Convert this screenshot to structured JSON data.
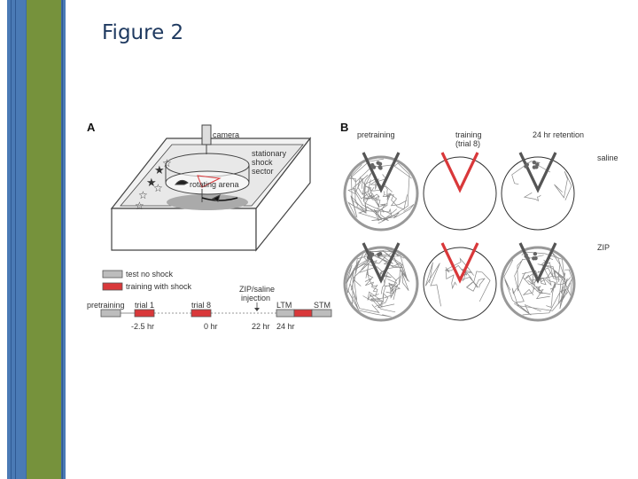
{
  "slide": {
    "title": "Figure 2"
  },
  "theme": {
    "sidebar_blue": "#4a7ab5",
    "sidebar_green": "#76923c",
    "title_color": "#1f3a60",
    "shock_red": "#d9383a",
    "trace_gray": "#888888"
  },
  "panel_a": {
    "letter": "A",
    "apparatus": {
      "camera": "camera",
      "sector_line1": "stationary",
      "sector_line2": "shock",
      "sector_line3": "sector",
      "arena": "rotating arena"
    },
    "legend": {
      "test": "test no shock",
      "train": "training with shock"
    },
    "timeline": {
      "pretraining": "pretraining",
      "trial1": "trial 1",
      "trial8": "trial 8",
      "zip_line1": "ZIP/saline",
      "zip_line2": "injection",
      "ltm": "LTM",
      "stm": "STM",
      "t1": "-2.5 hr",
      "t2": "0 hr",
      "t3": "22 hr",
      "t4": "24 hr"
    }
  },
  "panel_b": {
    "letter": "B",
    "col_pretraining": "pretraining",
    "col_training_line1": "training",
    "col_training_line2": "(trial 8)",
    "col_retention": "24 hr retention",
    "row_saline": "saline",
    "row_zip": "ZIP"
  }
}
